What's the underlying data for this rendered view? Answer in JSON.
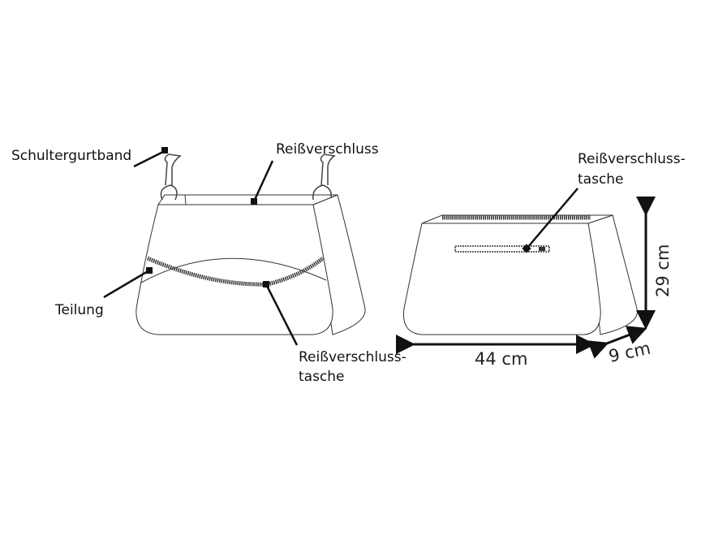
{
  "labels": {
    "shoulder_strap": "Schultergurtband",
    "zipper": "Reißverschluss",
    "division": "Teilung",
    "zip_pocket_line1": "Reißverschluss-",
    "zip_pocket_line2": "tasche",
    "back_zip_pocket_line1": "Reißverschluss-",
    "back_zip_pocket_line2": "tasche"
  },
  "dimensions": {
    "width": "44 cm",
    "height": "29 cm",
    "depth": "9 cm"
  }
}
